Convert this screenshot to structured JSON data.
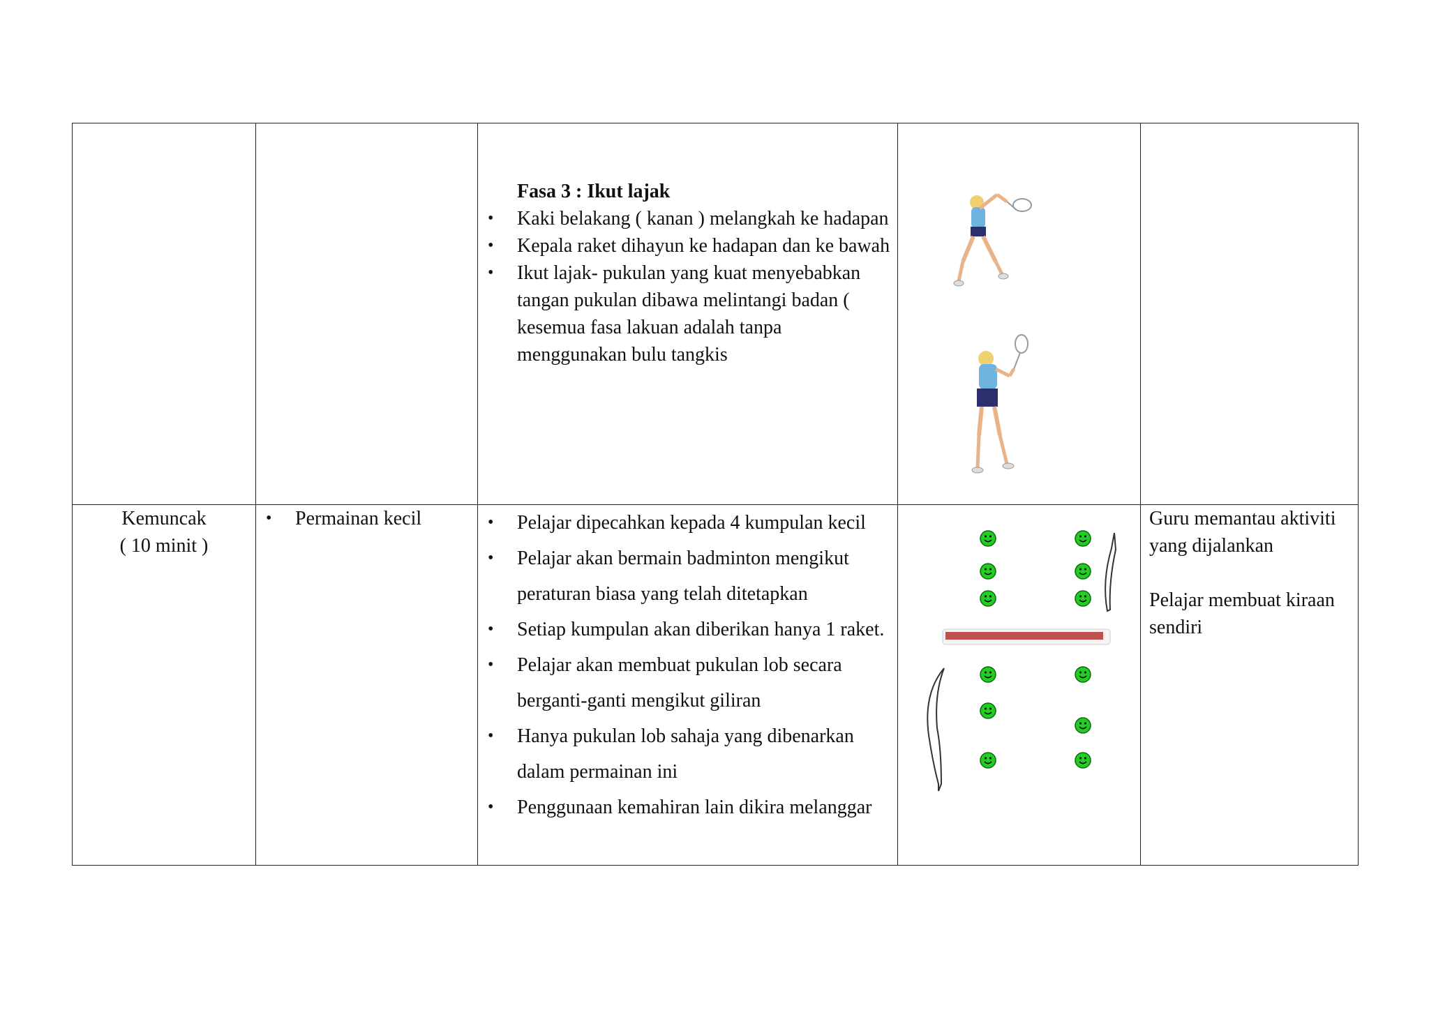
{
  "row1": {
    "phase_title": "Fasa 3 : Ikut lajak",
    "bullets": [
      "Kaki belakang ( kanan ) melangkah ke hadapan",
      "Kepala raket dihayun ke hadapan dan ke bawah",
      "Ikut lajak- pukulan yang kuat menyebabkan tangan pukulan dibawa melintangi badan ( kesemua fasa lakuan adalah tanpa menggunakan bulu tangkis"
    ]
  },
  "row2": {
    "stage_name": "Kemuncak",
    "stage_time": "( 10 minit )",
    "activity": "Permainan kecil",
    "bullets": [
      "Pelajar  dipecahkan kepada 4 kumpulan kecil",
      "Pelajar  akan bermain badminton mengikut peraturan biasa yang telah ditetapkan",
      "Setiap kumpulan akan diberikan hanya 1 raket.",
      "Pelajar  akan membuat pukulan lob secara berganti-ganti mengikut giliran",
      "Hanya pukulan lob sahaja yang dibenarkan dalam permainan ini",
      "Penggunaan kemahiran lain dikira melanggar"
    ],
    "notes": [
      "Guru memantau aktiviti yang dijalankan",
      "Pelajar membuat kiraan sendiri"
    ]
  },
  "colors": {
    "smiley": "#22cc22",
    "net": "#c0504d",
    "shirt": "#6fb3e0",
    "shorts": "#2b2f6b"
  },
  "icons": [
    "player-figure-icon",
    "smiley-icon",
    "curved-arrow-icon",
    "net-icon"
  ]
}
